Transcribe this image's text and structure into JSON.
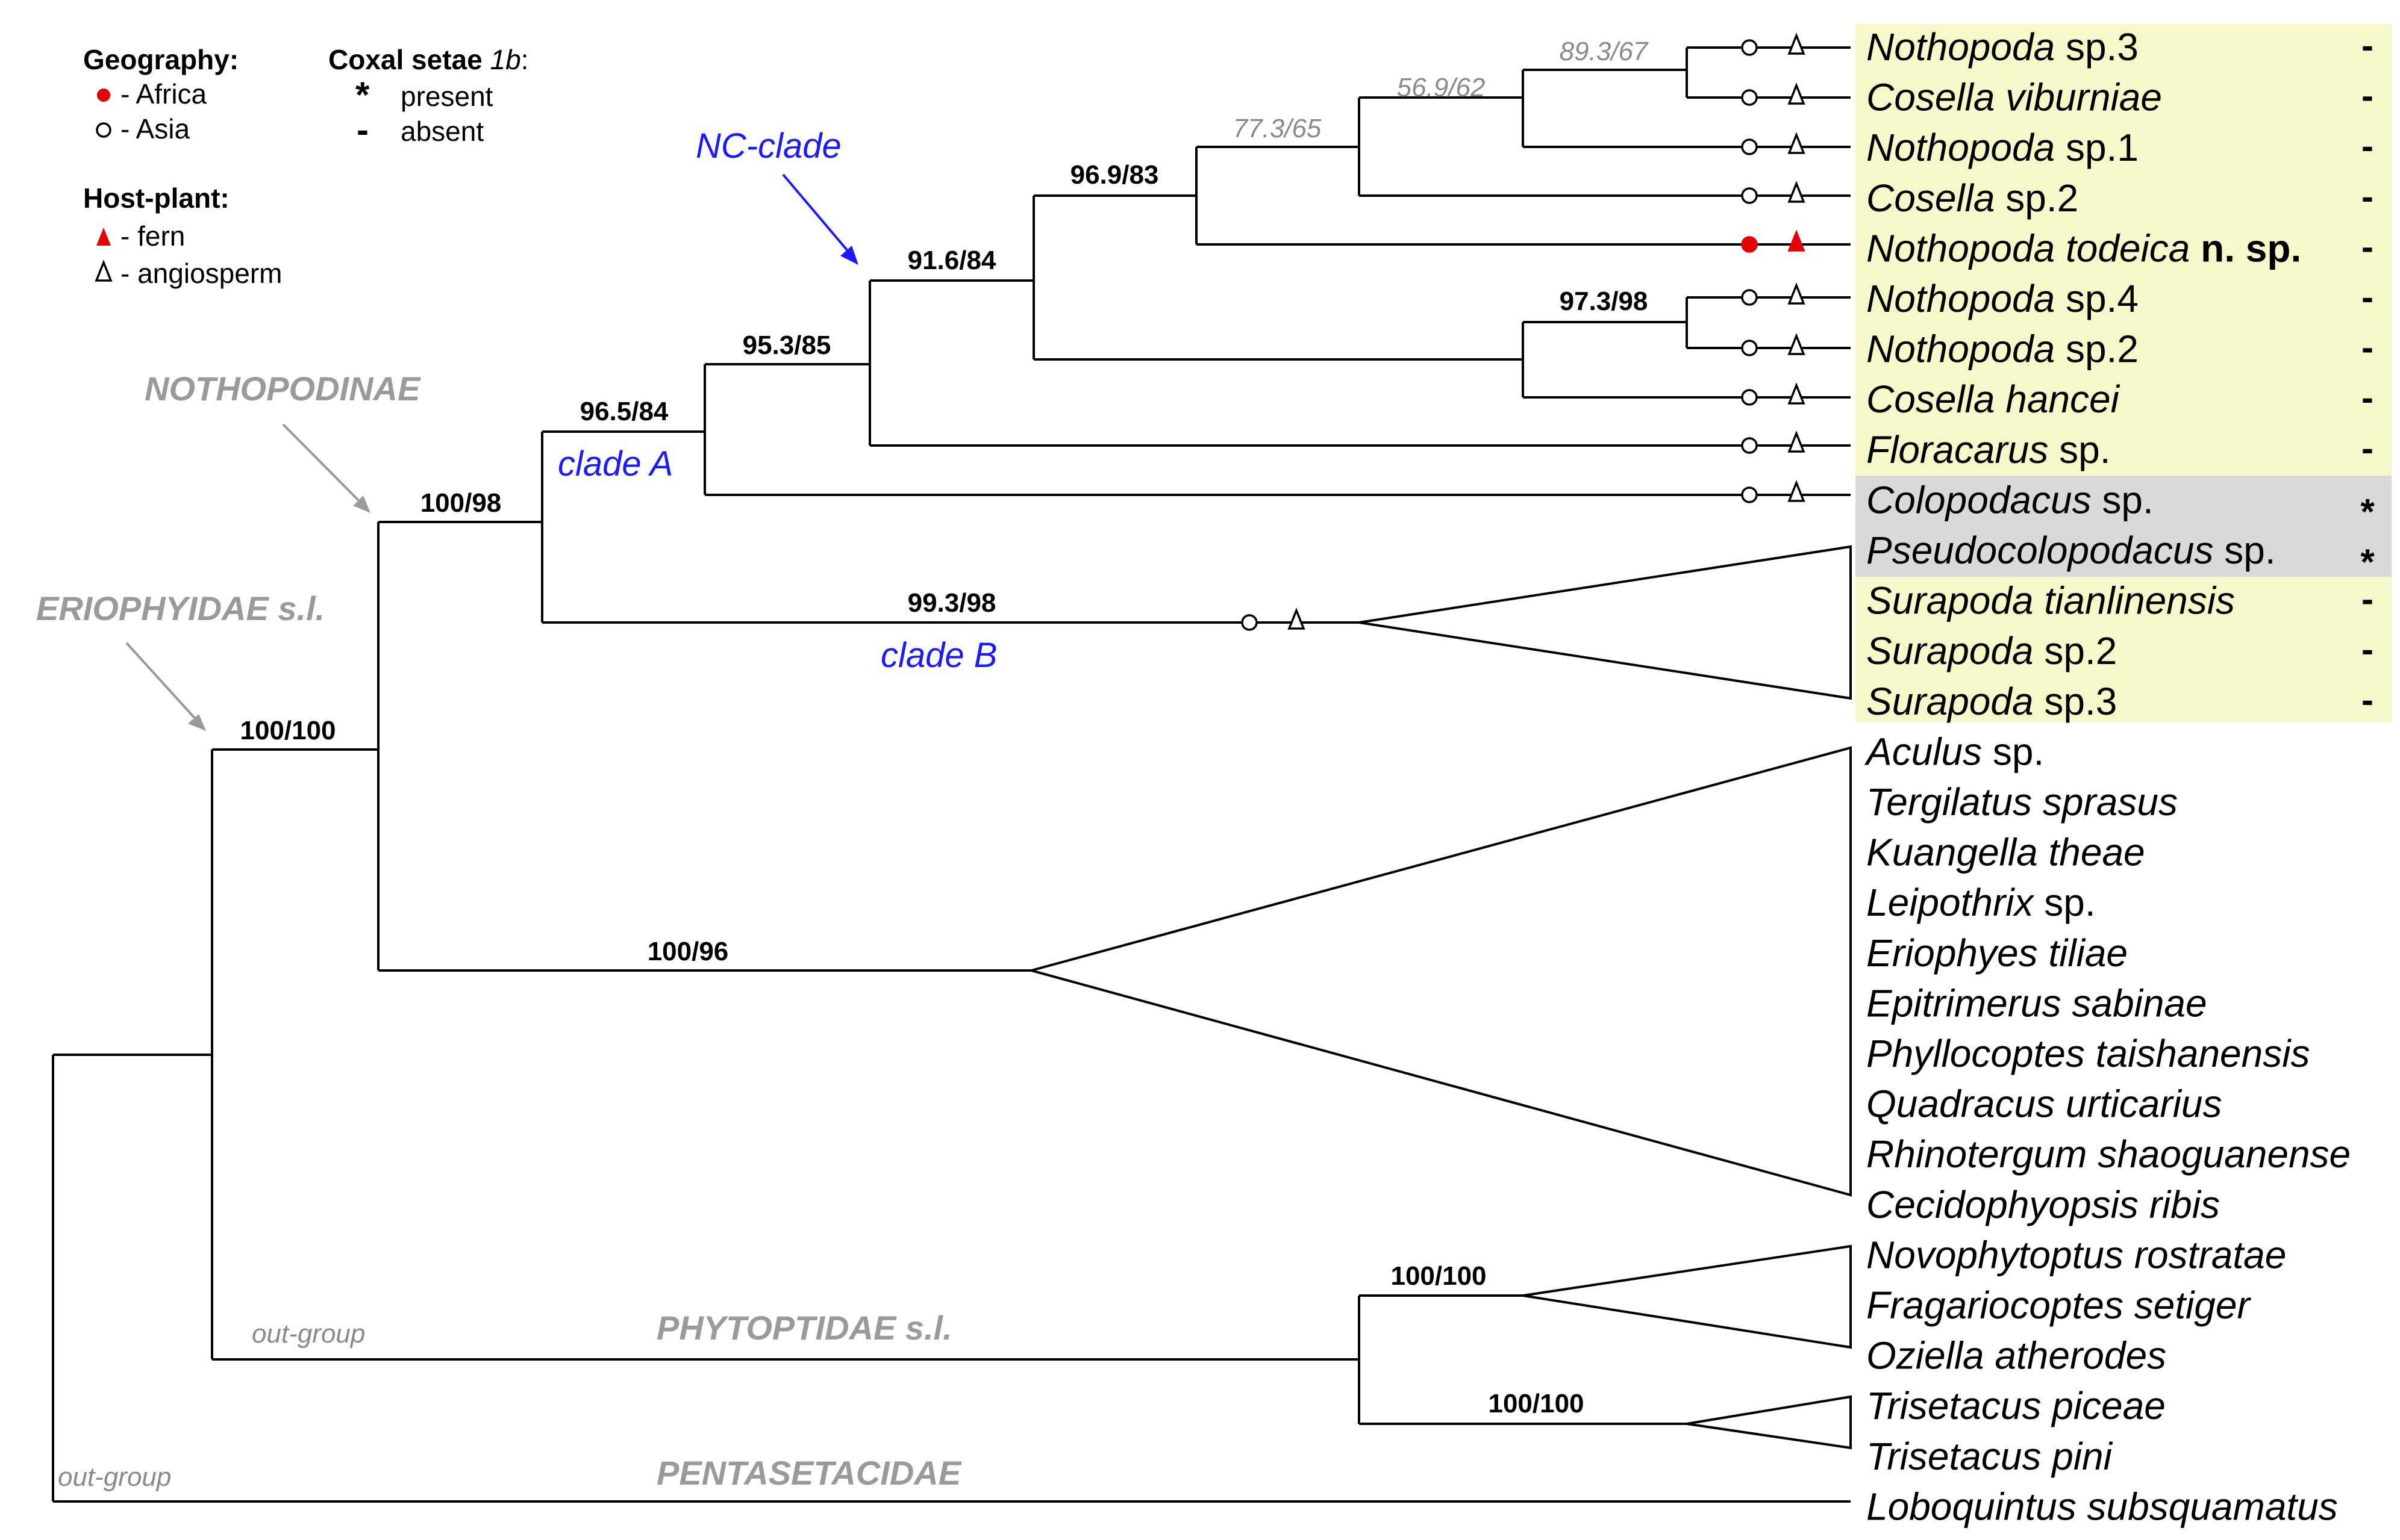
{
  "legend": {
    "geography_title": "Geography",
    "geography_items": [
      {
        "label": "- Africa",
        "marker": "filled-circle",
        "color": "#e60000"
      },
      {
        "label": "- Asia",
        "marker": "open-circle",
        "color": "#000000"
      }
    ],
    "coxal_title_prefix": "Coxal setae ",
    "coxal_title_italic": "1b",
    "coxal_items": [
      {
        "symbol": "*",
        "label": "present"
      },
      {
        "symbol": "-",
        "label": "absent"
      }
    ],
    "host_title": "Host-plant:",
    "host_items": [
      {
        "label": "- fern",
        "marker": "filled-triangle",
        "color": "#e60000"
      },
      {
        "label": "- angiosperm",
        "marker": "open-triangle",
        "color": "#000000"
      }
    ]
  },
  "group_labels": {
    "nothopodinae": "NOTHOPODINAE",
    "eriophyidae": "ERIOPHYIDAE s.l.",
    "phytoptidae": "PHYTOPTIDAE s.l.",
    "pentasetacidae": "PENTASETACIDAE",
    "outgroup_1": "out-group",
    "outgroup_2": "out-group"
  },
  "clade_labels": {
    "nc_clade": "NC-clade",
    "clade_a": "clade A",
    "clade_b": "clade B"
  },
  "support_values": {
    "n_89": "89.3/67",
    "n_56": "56.9/62",
    "n_77": "77.3/65",
    "n_969": "96.9/83",
    "n_916": "91.6/84",
    "n_973": "97.3/98",
    "n_953": "95.3/85",
    "n_965": "96.5/84",
    "n_100_98": "100/98",
    "n_993": "99.3/98",
    "n_100_100_erio": "100/100",
    "n_100_96": "100/96",
    "n_100_100_phyt": "100/100",
    "n_100_100_tris": "100/100"
  },
  "taxa": [
    {
      "genus": "Nothopoda",
      "epithet": " sp.3",
      "epithet_italic": false,
      "setae": "-",
      "bg": "yellow"
    },
    {
      "genus": "Cosella viburniae",
      "epithet": "",
      "epithet_italic": true,
      "setae": "-",
      "bg": "yellow"
    },
    {
      "genus": "Nothopoda",
      "epithet": " sp.1",
      "epithet_italic": false,
      "setae": "-",
      "bg": "yellow"
    },
    {
      "genus": "Cosella",
      "epithet": " sp.2",
      "epithet_italic": false,
      "setae": "-",
      "bg": "yellow"
    },
    {
      "genus": "Nothopoda todeica",
      "epithet": " n. sp.",
      "epithet_italic": false,
      "setae": "-",
      "bg": "yellow",
      "highlight": "#e60000"
    },
    {
      "genus": "Nothopoda",
      "epithet": " sp.4",
      "epithet_italic": false,
      "setae": "-",
      "bg": "yellow"
    },
    {
      "genus": "Nothopoda",
      "epithet": " sp.2",
      "epithet_italic": false,
      "setae": "-",
      "bg": "yellow"
    },
    {
      "genus": "Cosella hancei",
      "epithet": "",
      "epithet_italic": true,
      "setae": "-",
      "bg": "yellow"
    },
    {
      "genus": "Floracarus",
      "epithet": " sp.",
      "epithet_italic": false,
      "setae": "-",
      "bg": "yellow"
    },
    {
      "genus": "Colopodacus",
      "epithet": " sp.",
      "epithet_italic": false,
      "setae": "*",
      "bg": "gray"
    },
    {
      "genus": "Pseudocolopodacus",
      "epithet": " sp.",
      "epithet_italic": false,
      "setae": "*",
      "bg": "gray"
    },
    {
      "genus": "Surapoda tianlinensis",
      "epithet": "",
      "epithet_italic": true,
      "setae": "-",
      "bg": "yellow"
    },
    {
      "genus": "Surapoda",
      "epithet": " sp.2",
      "epithet_italic": false,
      "setae": "-",
      "bg": "yellow"
    },
    {
      "genus": "Surapoda",
      "epithet": " sp.3",
      "epithet_italic": false,
      "setae": "-",
      "bg": "yellow"
    },
    {
      "genus": "Aculus",
      "epithet": " sp.",
      "epithet_italic": false,
      "setae": "",
      "bg": "none"
    },
    {
      "genus": "Tergilatus sprasus",
      "epithet": "",
      "epithet_italic": true,
      "setae": "",
      "bg": "none"
    },
    {
      "genus": "Kuangella theae",
      "epithet": "",
      "epithet_italic": true,
      "setae": "",
      "bg": "none",
      "highlight": "#1a9a1a"
    },
    {
      "genus": "Leipothrix",
      "epithet": " sp.",
      "epithet_italic": false,
      "setae": "",
      "bg": "none"
    },
    {
      "genus": "Eriophyes tiliae",
      "epithet": "",
      "epithet_italic": true,
      "setae": "",
      "bg": "none"
    },
    {
      "genus": "Epitrimerus sabinae",
      "epithet": "",
      "epithet_italic": true,
      "setae": "",
      "bg": "none"
    },
    {
      "genus": "Phyllocoptes taishanensis",
      "epithet": "",
      "epithet_italic": true,
      "setae": "",
      "bg": "none"
    },
    {
      "genus": "Quadracus urticarius",
      "epithet": "",
      "epithet_italic": true,
      "setae": "",
      "bg": "none"
    },
    {
      "genus": "Rhinotergum shaoguanense",
      "epithet": "",
      "epithet_italic": true,
      "setae": "",
      "bg": "none"
    },
    {
      "genus": "Cecidophyopsis ribis",
      "epithet": "",
      "epithet_italic": true,
      "setae": "",
      "bg": "none"
    },
    {
      "genus": "Novophytoptus rostratae",
      "epithet": "",
      "epithet_italic": true,
      "setae": "",
      "bg": "none"
    },
    {
      "genus": "Fragariocoptes setiger",
      "epithet": "",
      "epithet_italic": true,
      "setae": "",
      "bg": "none"
    },
    {
      "genus": "Oziella atherodes",
      "epithet": "",
      "epithet_italic": true,
      "setae": "",
      "bg": "none"
    },
    {
      "genus": "Trisetacus piceae",
      "epithet": "",
      "epithet_italic": true,
      "setae": "",
      "bg": "none"
    },
    {
      "genus": "Trisetacus pini",
      "epithet": "",
      "epithet_italic": true,
      "setae": "",
      "bg": "none"
    },
    {
      "genus": "Loboquintus subsquamatus",
      "epithet": "",
      "epithet_italic": true,
      "setae": "",
      "bg": "none"
    }
  ],
  "colors": {
    "africa_fern": "#e60000",
    "clade_blue": "#1a1aff",
    "group_gray": "#9a9a9a",
    "panel_yellow": "#f7f8c9",
    "panel_gray": "#d9d9d9",
    "kuangella_green": "#1a9a1a"
  }
}
